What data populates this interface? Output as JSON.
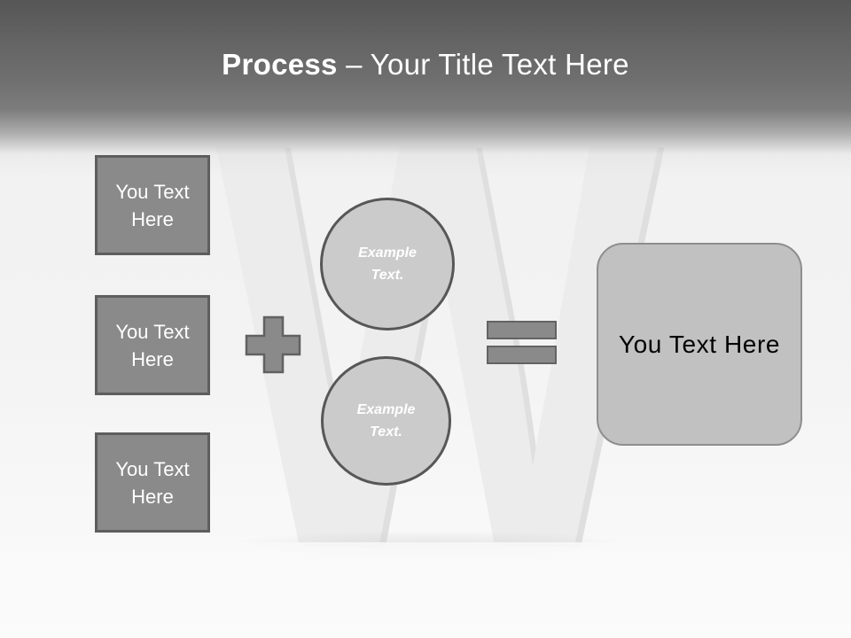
{
  "slide_title": {
    "bold": "Process",
    "rest": "– Your Title Text Here"
  },
  "left_boxes": [
    {
      "label": "You Text Here"
    },
    {
      "label": "You Text Here"
    },
    {
      "label": "You Text Here"
    }
  ],
  "example_circles": [
    {
      "line1": "Example",
      "line2": "Text."
    },
    {
      "line1": "Example",
      "line2": "Text."
    }
  ],
  "result_box": {
    "label": "You Text Here"
  },
  "watermark": {
    "letter": "W"
  },
  "icons": {
    "plus": "plus-icon",
    "equals": "equals-icon"
  },
  "colors": {
    "header-top": "#565656",
    "header-mid": "#7d7d7d",
    "title-color": "#ffffff",
    "shape-fill": "#8a8a8a",
    "shape-border": "#5e5e5e",
    "box-text": "#ffffff",
    "circle-fill": "#cbcbcb",
    "circle-border": "#575757",
    "result-fill": "#c1c1c1",
    "result-border": "#8e8e8e",
    "result-text": "#000000",
    "watermark-front": "#ececec",
    "watermark-back": "#dfdfdf"
  }
}
